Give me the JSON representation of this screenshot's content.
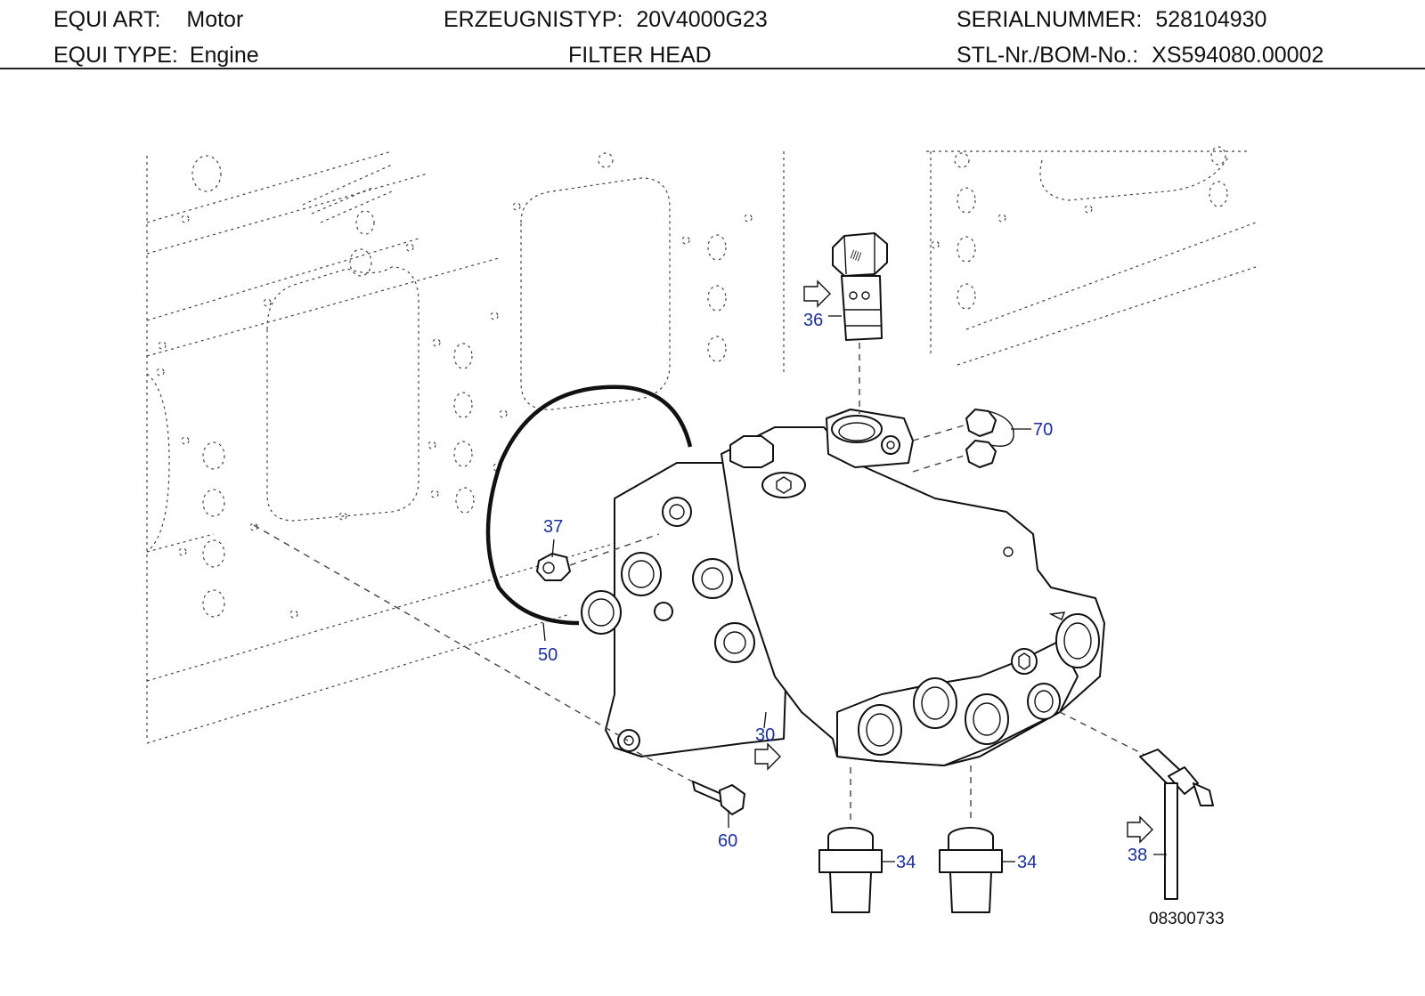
{
  "header": {
    "equi_art_label": "EQUI ART:",
    "equi_art_value": "Motor",
    "equi_type_label": "EQUI TYPE:",
    "equi_type_value": "Engine",
    "erzeugnistyp_label": "ERZEUGNISTYP:",
    "erzeugnistyp_value": "20V4000G23",
    "title": "FILTER HEAD",
    "serial_label": "SERIALNUMMER:",
    "serial_value": "528104930",
    "bom_label": "STL-Nr./BOM-No.:",
    "bom_value": "XS594080.00002"
  },
  "callouts": {
    "c36": "36",
    "c70": "70",
    "c37": "37",
    "c50": "50",
    "c30": "30",
    "c60": "60",
    "c34a": "34",
    "c34b": "34",
    "c38": "38"
  },
  "drawing_number": "08300733",
  "colors": {
    "callout": "#1a2fa0",
    "line": "#111111",
    "hidden_line": "#444444"
  }
}
